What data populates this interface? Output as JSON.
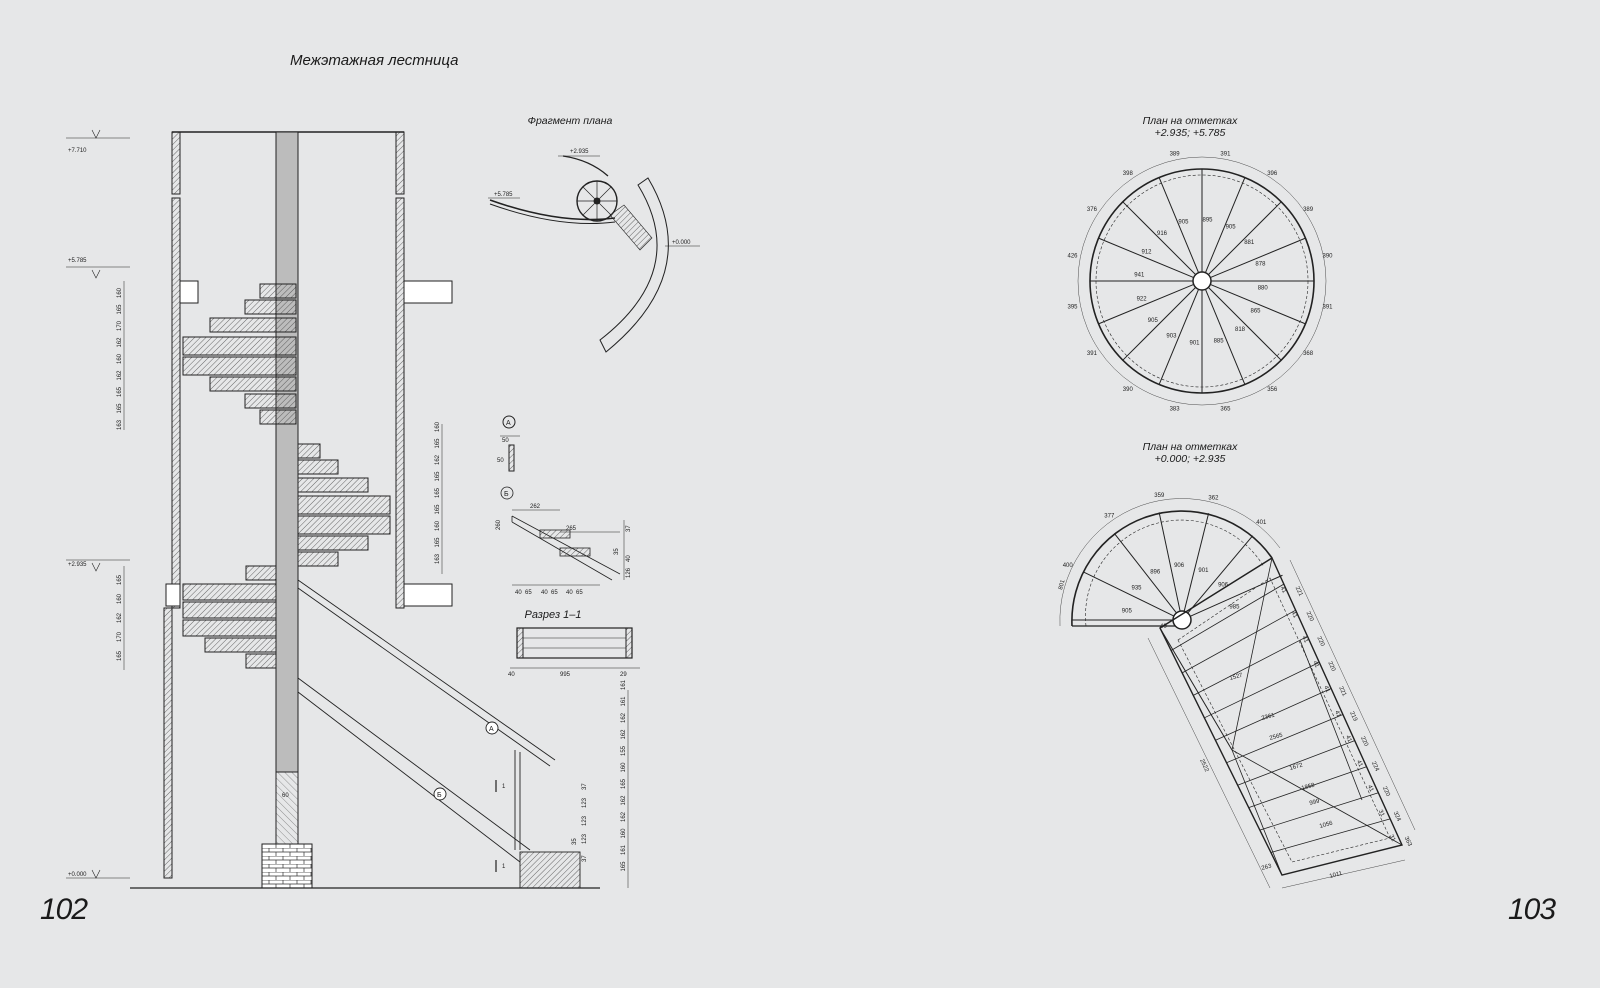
{
  "left_page": {
    "title": "Межэтажная лестница",
    "page_number": "102",
    "section": {
      "levels": [
        "+7.710",
        "+5.785",
        "+2.935",
        "+0.000"
      ],
      "upper_risers": [
        "160",
        "165",
        "170",
        "162",
        "160",
        "162",
        "165",
        "165",
        "163"
      ],
      "lower_risers": [
        "165",
        "160",
        "162",
        "170",
        "165"
      ],
      "mid_risers": [
        "160",
        "165",
        "162",
        "165",
        "165",
        "165",
        "160",
        "165",
        "163"
      ],
      "bottom_risers": [
        "161",
        "161",
        "162",
        "162",
        "155",
        "160",
        "165",
        "162",
        "162",
        "160",
        "161",
        "165"
      ],
      "col_dim": "60"
    },
    "plan_fragment": {
      "title": "Фрагмент плана",
      "levels": [
        "+2.935",
        "+5.785",
        "+0.000"
      ]
    },
    "detail_a": {
      "marker": "A",
      "dims": [
        "50",
        "50"
      ]
    },
    "detail_b": {
      "marker": "Б",
      "dims": [
        "262",
        "260",
        "265",
        "35",
        "37",
        "40",
        "126",
        "40",
        "65",
        "40",
        "65",
        "40",
        "65"
      ]
    },
    "section_11": {
      "title": "Разрез 1–1",
      "dims": [
        "40",
        "995",
        "29"
      ],
      "marker": "1"
    },
    "stair_dims": [
      "37",
      "123",
      "123",
      "123",
      "37",
      "35",
      "1",
      "1"
    ]
  },
  "right_page": {
    "page_number": "103",
    "plan_upper": {
      "title_line1": "План на отметках",
      "title_line2": "+2.935; +5.785",
      "outer_dims": [
        "391",
        "396",
        "389",
        "390",
        "391",
        "368",
        "356",
        "365",
        "383",
        "390",
        "391",
        "395",
        "426",
        "376",
        "398",
        "389"
      ],
      "tread_dims": [
        "895",
        "905",
        "881",
        "878",
        "880",
        "865",
        "818",
        "885",
        "901",
        "903",
        "905",
        "922",
        "941",
        "912",
        "916",
        "905"
      ]
    },
    "plan_lower": {
      "title_line1": "План на отметках",
      "title_line2": "+0.000; +2.935",
      "arc_dims": [
        "400",
        "377",
        "359",
        "362",
        "401",
        "801"
      ],
      "tread_dims": [
        "905",
        "935",
        "896",
        "906",
        "901",
        "906",
        "985"
      ],
      "right_dims": [
        "221",
        "220",
        "220",
        "220",
        "221",
        "219",
        "220",
        "224",
        "220",
        "324",
        "363"
      ],
      "small_dims": [
        "41",
        "41",
        "41",
        "41",
        "41",
        "41",
        "41",
        "41",
        "41",
        "31",
        "31"
      ],
      "flight_dims": [
        "1527",
        "2361",
        "2565",
        "1672",
        "1858",
        "999",
        "1056",
        "1011",
        "263",
        "2522",
        "40"
      ]
    }
  }
}
